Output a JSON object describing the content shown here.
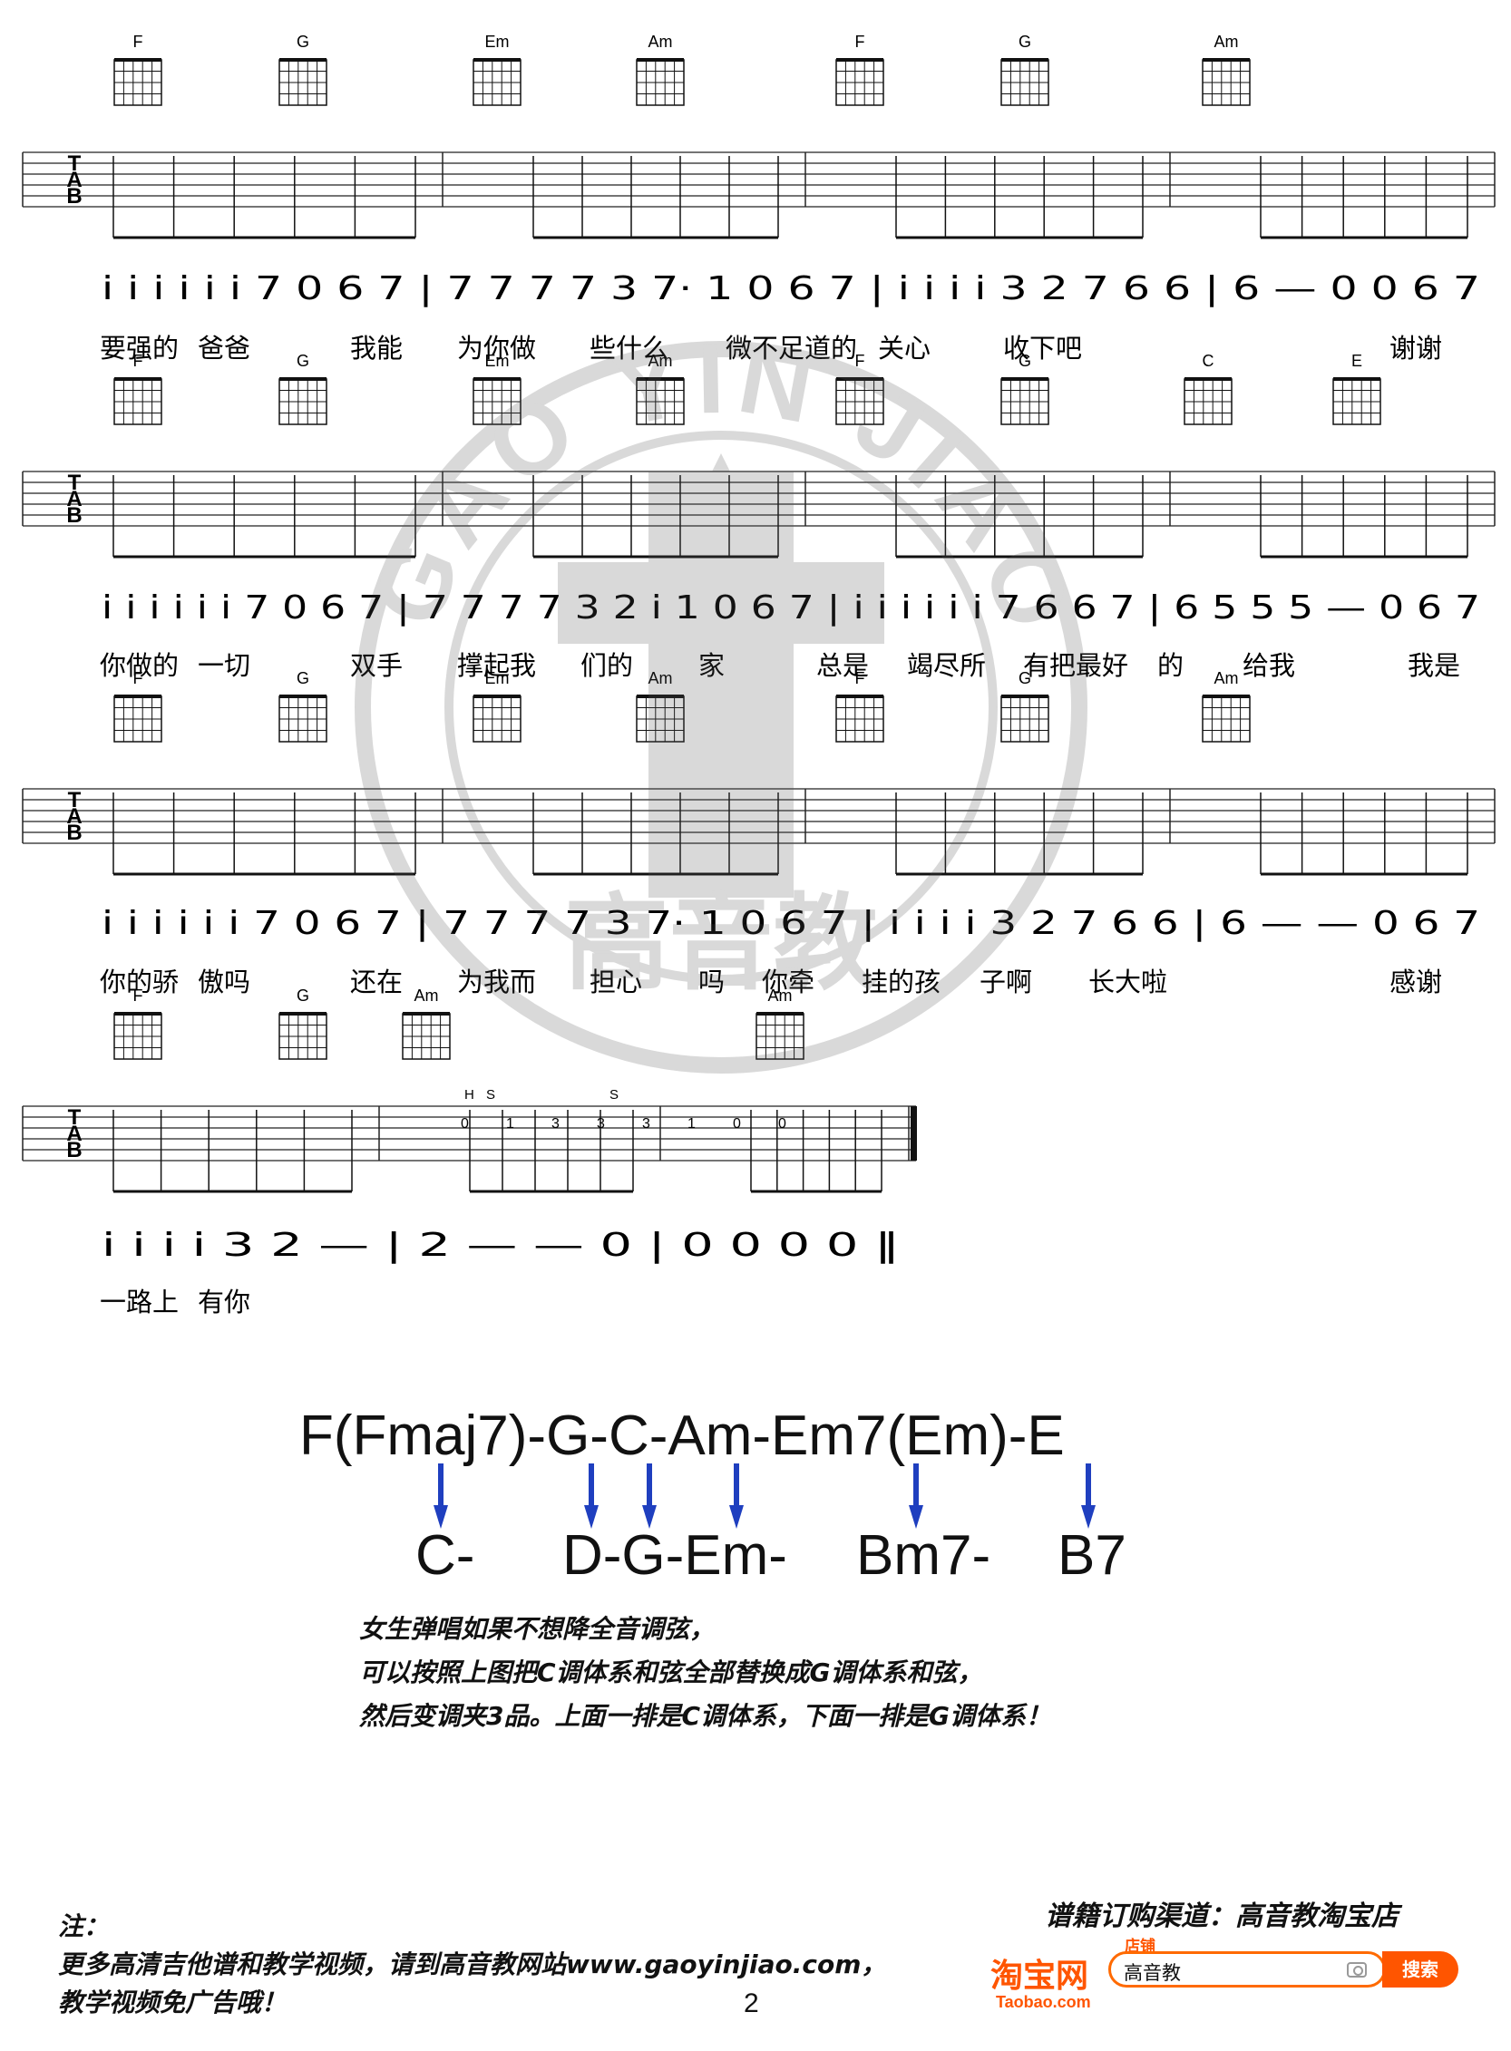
{
  "systems": [
    {
      "chords": [
        "F",
        "G",
        "Em",
        "Am",
        "F",
        "G",
        "Am"
      ],
      "jianpu": "i i i i i i  7   0 6 7 | 7 7 7 7 3 7· 1 0 6 7 | i i i i 3 2   7 6 6 | 6  —  0   0 6 7",
      "lyrics": [
        "要强的",
        "爸爸",
        "我能",
        "为你做",
        "些什么",
        "微不足道的",
        "关心",
        "收下吧",
        "谢谢"
      ]
    },
    {
      "chords": [
        "F",
        "G",
        "Em",
        "Am",
        "F",
        "G",
        "C",
        "E"
      ],
      "jianpu": "i i i i i i  7   0 6 7 | 7 7 7 7 3 2 i  1 0 6 7 | i i i i i i 7 6 6 7 | 6 5 5 5  —  0 6 7",
      "lyrics": [
        "你做的",
        "一切",
        "双手",
        "撑起我",
        "们的",
        "家",
        "总是",
        "竭尽所",
        "有把最好",
        "的",
        "给我",
        "我是"
      ]
    },
    {
      "chords": [
        "F",
        "G",
        "Em",
        "Am",
        "F",
        "G",
        "Am"
      ],
      "jianpu": "i i i i i i  7   0 6 7 | 7 7 7 7 3 7· 1 0 6 7 | i i i i 3 2   7 6 6 | 6  —  —   0 6 7",
      "lyrics": [
        "你的骄",
        "傲吗",
        "还在",
        "为我而",
        "担心",
        "吗",
        "你牵",
        "挂的孩",
        "子啊",
        "长大啦",
        "感谢"
      ]
    },
    {
      "chords": [
        "F",
        "G",
        "Am",
        "Am"
      ],
      "techniques": [
        "H",
        "S",
        "S"
      ],
      "tab_frets": [
        "0",
        "1",
        "3",
        "3",
        "3",
        "1",
        "0",
        "0"
      ],
      "jianpu": "i i i i 3 2  — | 2  —  —  0 | 0  0  0  0 ‖",
      "lyrics": [
        "一路上",
        "有你"
      ]
    }
  ],
  "progression": {
    "top": "F(Fmaj7)-G-C-Am-Em7(Em)-E",
    "bottom": [
      "C-",
      "D-G-Em-",
      "Bm7-",
      "B7"
    ],
    "arrow_color": "#1f3fbf"
  },
  "note_lines": [
    "女生弹唱如果不想降全音调弦，",
    "可以按照上图把C调体系和弦全部替换成G调体系和弦，",
    "然后变调夹3品。上面一排是C调体系，下面一排是G调体系！"
  ],
  "footer": {
    "label": "注：",
    "line1": "更多高清吉他谱和教学视频，请到高音教网站www.gaoyinjiao.com，",
    "line2": "教学视频免广告哦！",
    "page_number": "2"
  },
  "shop": {
    "title": "谱籍订购渠道：高音教淘宝店",
    "logo": "淘宝网",
    "url": "Taobao.com",
    "tag": "店铺",
    "query": "高音教",
    "button": "搜索",
    "accent": "#ff5500"
  },
  "watermark": {
    "ring_text": "GAO YIN JIAO",
    "center_text": "高音教"
  },
  "tab_label": [
    "T",
    "A",
    "B"
  ]
}
